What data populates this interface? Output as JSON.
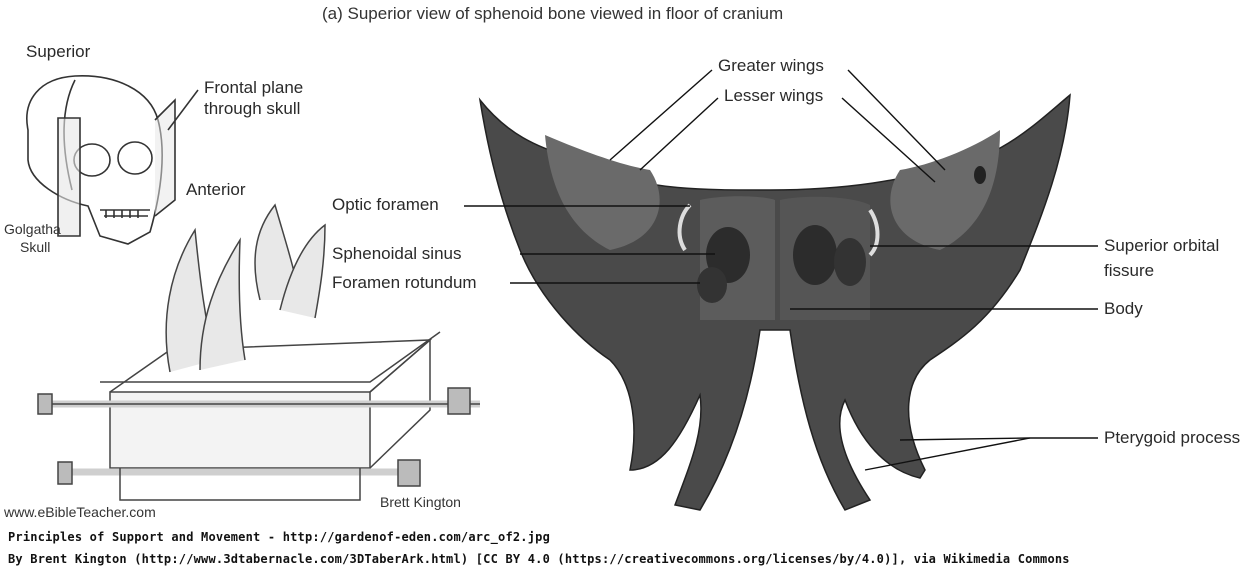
{
  "diagram": {
    "title": "(a) Superior view of sphenoid bone viewed in floor of cranium",
    "inset": {
      "superior": "Superior",
      "frontal_plane_line1": "Frontal plane",
      "frontal_plane_line2": "through skull",
      "anterior": "Anterior",
      "golgatha_line1": "Golgatha",
      "golgatha_line2": "Skull"
    },
    "labels": {
      "greater_wings": "Greater wings",
      "lesser_wings": "Lesser wings",
      "optic_foramen": "Optic foramen",
      "sphenoidal_sinus": "Sphenoidal sinus",
      "foramen_rotundum": "Foramen rotundum",
      "superior_orbital_fissure_line1": "Superior orbital",
      "superior_orbital_fissure_line2": "fissure",
      "body": "Body",
      "pterygoid_process": "Pterygoid process"
    },
    "ark": {
      "website": "www.eBibleTeacher.com",
      "artist": "Brett Kington"
    },
    "credits": {
      "line1": "Principles of Support and Movement - http://gardenof-eden.com/arc_of2.jpg",
      "line2": "By Brent Kington (http://www.3dtabernacle.com/3DTaberArk.html) [CC BY 4.0 (https://creativecommons.org/licenses/by/4.0)], via Wikimedia Commons"
    }
  }
}
